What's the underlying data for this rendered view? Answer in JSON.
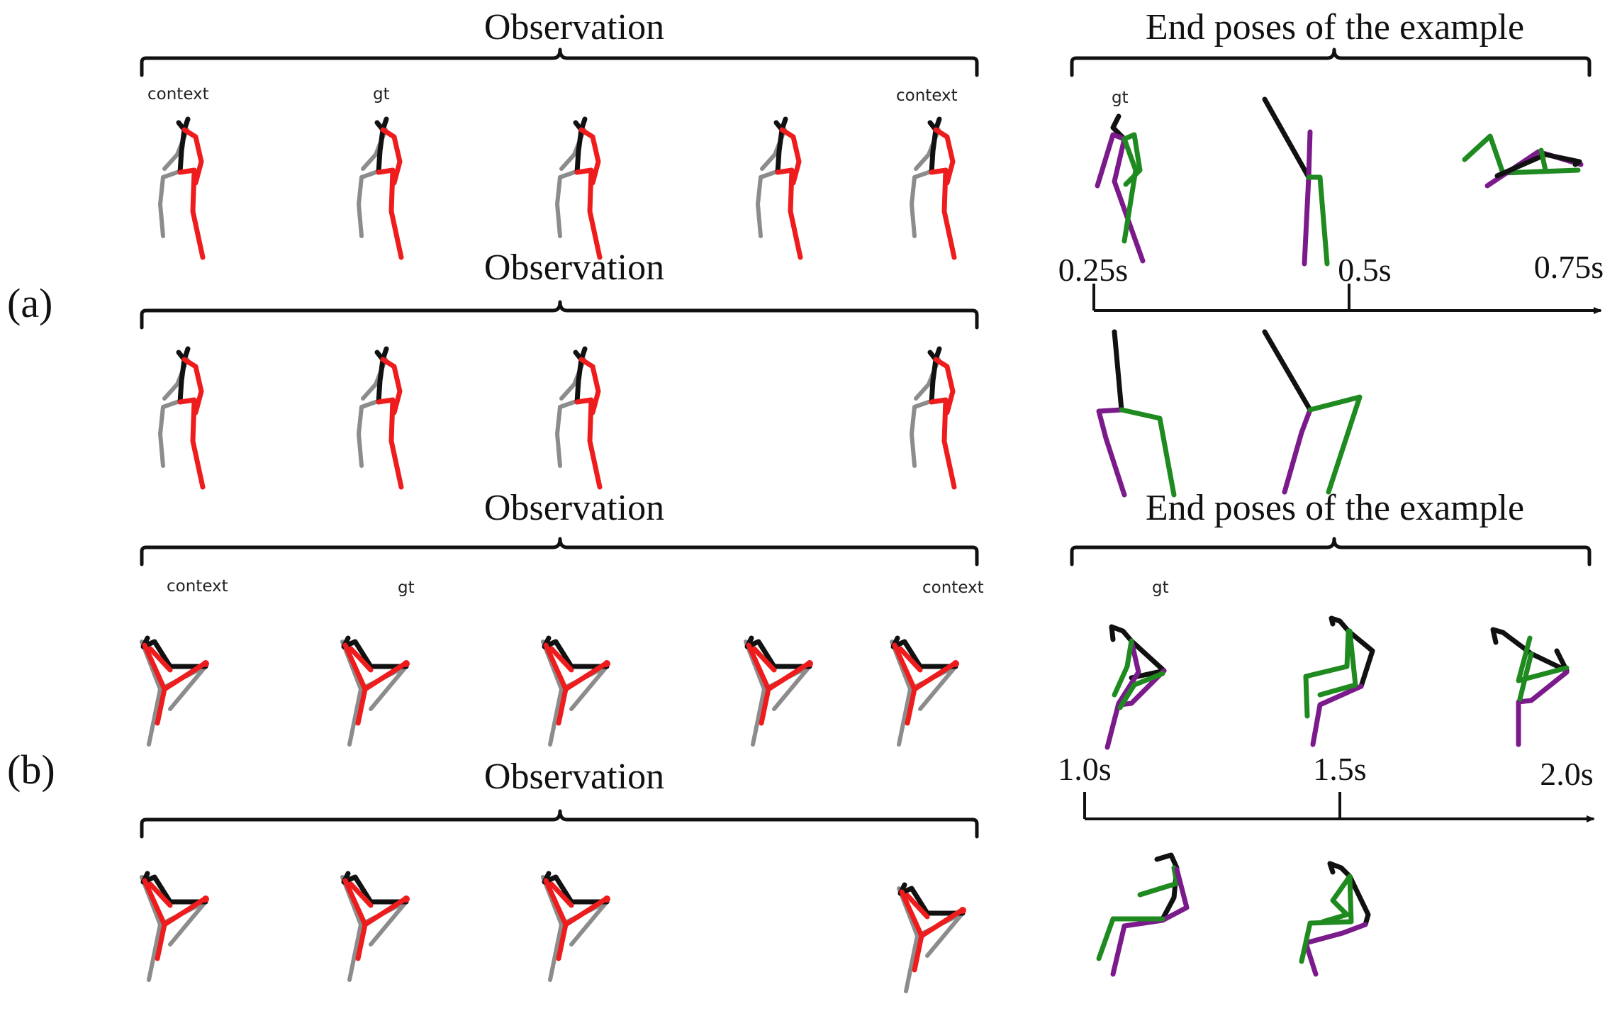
{
  "panels": [
    {
      "label": "(a)",
      "observation_title": "Observation",
      "end_poses_title": "End poses of the example",
      "context_label_left": "context",
      "gt_label": "gt",
      "context_label_right": "context",
      "end_poses_gt_label": "gt",
      "timeline_labels": [
        "0.25s",
        "0.5s",
        "0.75s"
      ],
      "second_observation_title": "Observation"
    },
    {
      "label": "(b)",
      "observation_title": "Observation",
      "end_poses_title": "End poses of the example",
      "context_label_left": "context",
      "gt_label": "gt",
      "context_label_right": "context",
      "end_poses_gt_label": "gt",
      "timeline_labels": [
        "1.0s",
        "1.5s",
        "2.0s"
      ],
      "second_observation_title": "Observation"
    }
  ],
  "colors": {
    "black_bone": "#111111",
    "gray_bone": "#8c8c8c",
    "red_bone": "#ee1c1c",
    "purple_bone": "#7b1a8a",
    "green_bone": "#1f8a1f"
  }
}
